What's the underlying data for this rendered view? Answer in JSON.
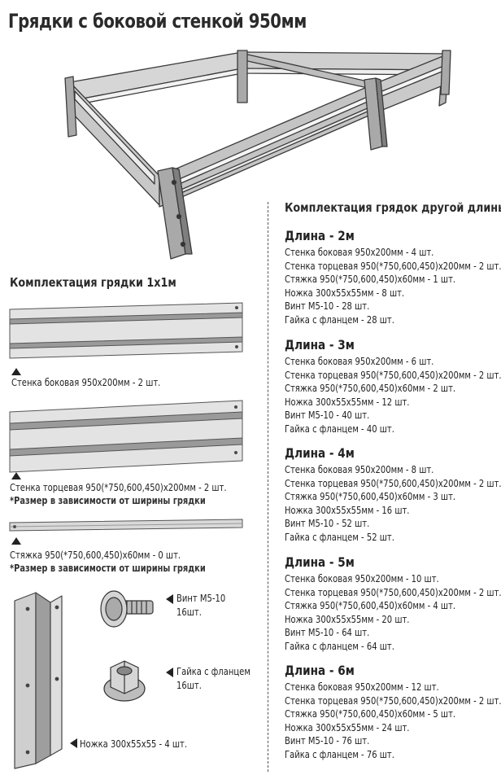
{
  "title": "Грядки с боковой стенкой 950мм",
  "kit_1x1": {
    "heading": "Комплектация грядки 1х1м",
    "side_wall": "Стенка боковая 950х200мм - 2 шт.",
    "end_wall": "Стенка торцевая 950(*750,600,450)х200мм - 2 шт.",
    "end_wall_note": "*Размер в зависимости от ширины грядки",
    "tie": "Стяжка 950(*750,600,450)х60мм - 0 шт.",
    "tie_note": "*Размер в зависимости от ширины грядки",
    "screw_name": "Винт М5-10",
    "screw_qty": "16шт.",
    "nut_name": "Гайка с фланцем",
    "nut_qty": "16шт.",
    "leg": "Ножка 300х55х55 - 4 шт."
  },
  "other_lengths": {
    "heading": "Комплектация грядок другой длины",
    "groups": [
      {
        "title": "Длина - 2м",
        "items": [
          "Стенка боковая 950х200мм - 4 шт.",
          "Стенка торцевая 950(*750,600,450)х200мм - 2 шт.",
          "Стяжка 950(*750,600,450)х60мм - 1 шт.",
          "Ножка 300х55х55мм - 8 шт.",
          "Винт М5-10 - 28 шт.",
          "Гайка с фланцем - 28 шт."
        ]
      },
      {
        "title": "Длина - 3м",
        "items": [
          "Стенка боковая 950х200мм - 6 шт.",
          "Стенка торцевая 950(*750,600,450)х200мм - 2 шт.",
          "Стяжка 950(*750,600,450)х60мм - 2 шт.",
          "Ножка 300х55х55мм - 12 шт.",
          "Винт М5-10 - 40 шт.",
          "Гайка с фланцем - 40 шт."
        ]
      },
      {
        "title": "Длина - 4м",
        "items": [
          "Стенка боковая 950х200мм - 8 шт.",
          "Стенка торцевая 950(*750,600,450)х200мм - 2 шт.",
          "Стяжка 950(*750,600,450)х60мм - 3 шт.",
          "Ножка 300х55х55мм - 16 шт.",
          "Винт М5-10 - 52 шт.",
          "Гайка с фланцем - 52 шт."
        ]
      },
      {
        "title": "Длина - 5м",
        "items": [
          "Стенка боковая 950х200мм - 10 шт.",
          "Стенка торцевая 950(*750,600,450)х200мм - 2 шт.",
          "Стяжка 950(*750,600,450)х60мм - 4 шт.",
          "Ножка 300х55х55мм - 20 шт.",
          "Винт М5-10 - 64 шт.",
          "Гайка с фланцем - 64 шт."
        ]
      },
      {
        "title": "Длина - 6м",
        "items": [
          "Стенка боковая 950х200мм - 12 шт.",
          "Стенка торцевая 950(*750,600,450)х200мм - 2 шт.",
          "Стяжка 950(*750,600,450)х60мм - 5 шт.",
          "Ножка 300х55х55мм - 24 шт.",
          "Винт М5-10 - 76 шт.",
          "Гайка с фланцем - 76 шт."
        ]
      }
    ]
  },
  "colors": {
    "metal_light": "#e3e3e3",
    "metal_mid": "#bdbdbd",
    "metal_dark": "#8f8f8f",
    "outline": "#3a3a3a"
  }
}
